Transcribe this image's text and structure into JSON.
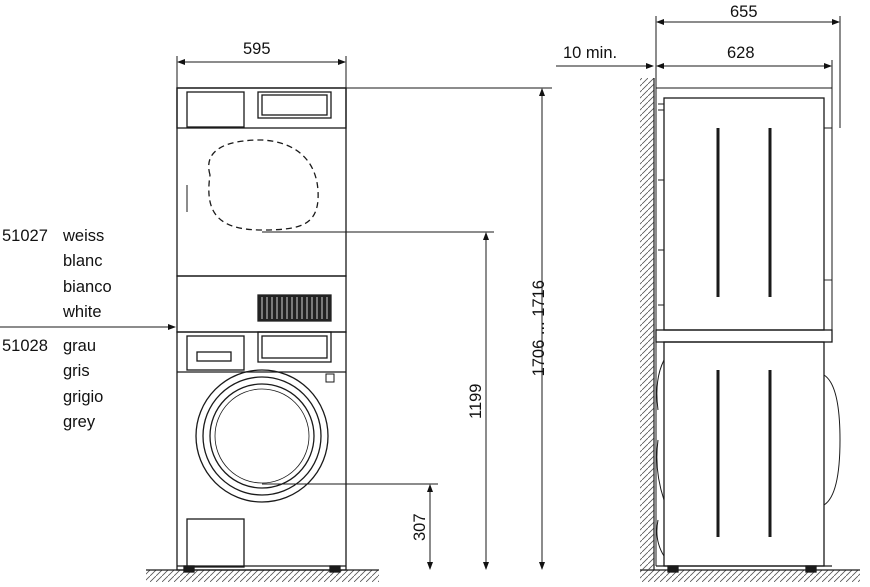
{
  "dimensions": {
    "front_width": "595",
    "side_total_depth": "655",
    "side_depth": "628",
    "wall_clearance": "10 min.",
    "total_height": "1706 ... 1716",
    "upper_height": "1199",
    "door_height": "307"
  },
  "variants": [
    {
      "code": "51027",
      "names": [
        "weiss",
        "blanc",
        "bianco",
        "white"
      ]
    },
    {
      "code": "51028",
      "names": [
        "grau",
        "gris",
        "grigio",
        "grey"
      ]
    }
  ],
  "colors": {
    "line": "#1a1a1a",
    "hatch": "#555555",
    "vent": "#222222"
  }
}
